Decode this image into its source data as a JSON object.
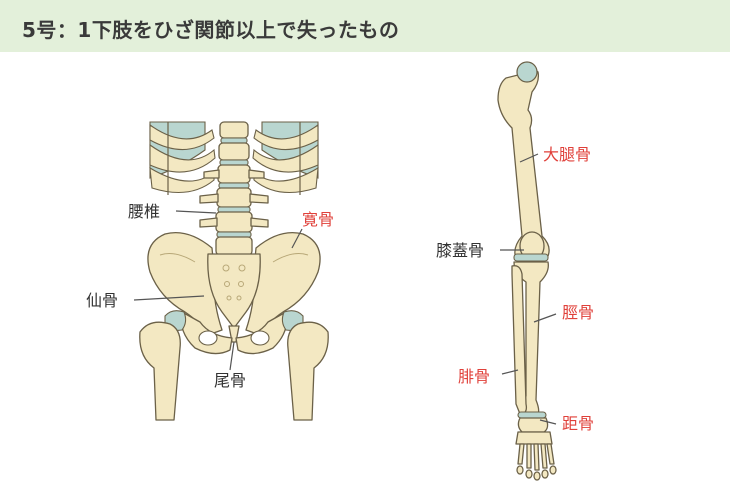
{
  "header": {
    "title": "5号：1下肢をひざ関節以上で失ったもの"
  },
  "colors": {
    "header_bg": "#e3f0da",
    "bone": "#f3e8c2",
    "bone_stroke": "#6b6148",
    "cartilage": "#b9d6d0",
    "label_red": "#e0403a",
    "label_dark": "#333333",
    "leader": "#555555"
  },
  "labels": {
    "lumbar": "腰椎",
    "ilium": "寛骨",
    "sacrum": "仙骨",
    "coccyx": "尾骨",
    "femur": "大腿骨",
    "patella": "膝蓋骨",
    "tibia": "脛骨",
    "fibula": "腓骨",
    "talus": "距骨"
  }
}
